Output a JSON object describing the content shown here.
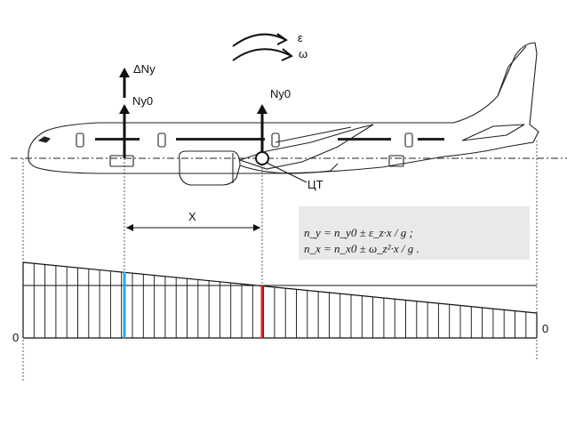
{
  "labels": {
    "epsilon": "ε",
    "omega": "ω",
    "delta_ny": "ΔNy",
    "ny0_tail": "Ny0",
    "ny0_cg": "Ny0",
    "cg": "ЦТ",
    "x": "X",
    "zero_left": "0",
    "zero_right": "0"
  },
  "formula": {
    "ny": "n_y = n_y0 ± ε_z·x / g ;",
    "nx": "n_x = n_x0 ± ω_z²·x / g ."
  },
  "diagram": {
    "description_marks": "load distribution along fuselage",
    "highlight_colors": {
      "tail_station": "#29a9e0",
      "cg_station": "#e02020"
    },
    "line_color": "#111111"
  }
}
